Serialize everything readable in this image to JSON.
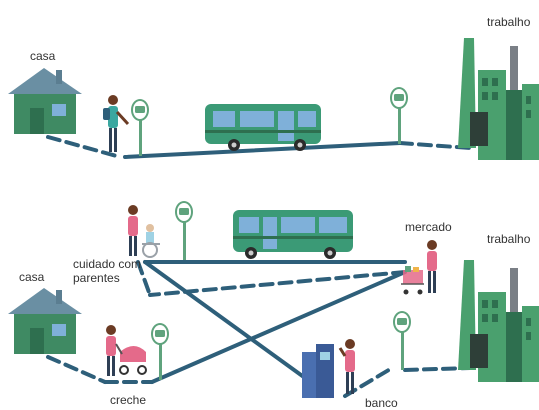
{
  "colors": {
    "route": "#2e5f7a",
    "bus_body": "#3b9a76",
    "bus_window": "#7fb0d9",
    "sign_green": "#5fa37d",
    "house_roof": "#6a8fa3",
    "house_wall": "#3f8a63",
    "factory_dark": "#2e6f4f",
    "factory_light": "#4aa06e",
    "chimney": "#7a7f86",
    "skin": "#6b3b24",
    "shirt_teal": "#3aa7a0",
    "shirt_pink": "#e46a8a",
    "atm": "#4a6fb0",
    "wheelchair": "#9aa1a8"
  },
  "labels": {
    "top_casa": "casa",
    "top_trabalho": "trabalho",
    "bottom_casa": "casa",
    "bottom_trabalho": "trabalho",
    "mercado": "mercado",
    "cuidado": "cuidado com parentes",
    "creche": "creche",
    "banco": "banco"
  },
  "icons": {
    "bus": "bus-icon",
    "bus_stop": "bus-stop-sign-icon",
    "house": "house-icon",
    "factory": "factory-icon",
    "person_walking": "person-walking-icon",
    "shopping_cart": "shopping-cart-icon",
    "wheelchair": "wheelchair-icon",
    "baby_stroller": "stroller-icon",
    "atm": "atm-icon"
  }
}
